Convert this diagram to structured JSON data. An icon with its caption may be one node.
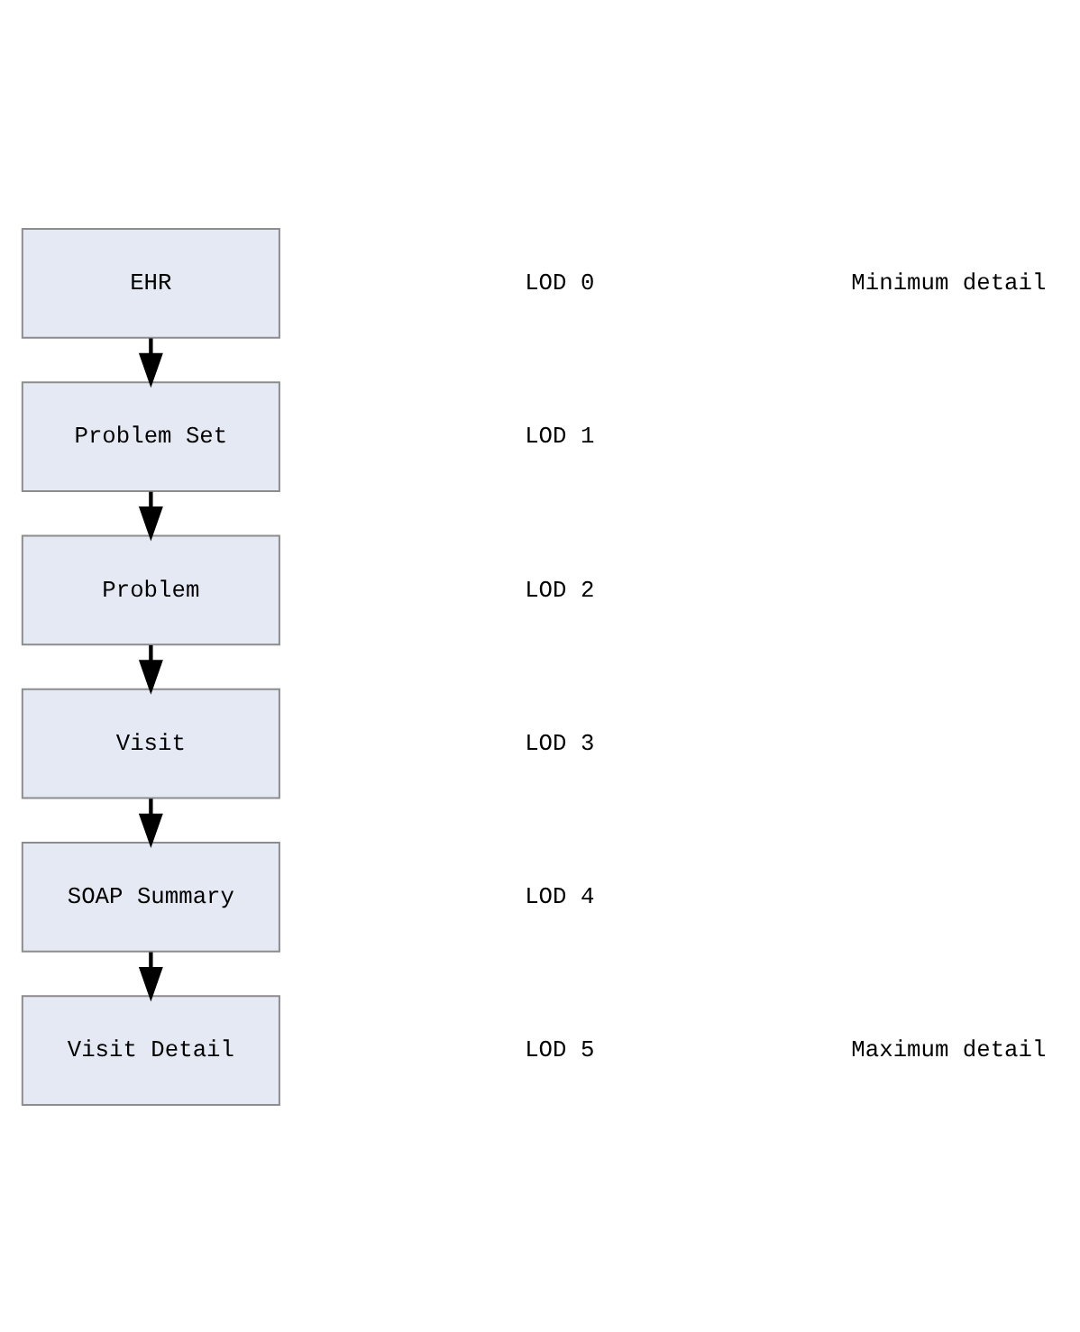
{
  "diagram": {
    "nodes": [
      {
        "text": [
          "EHR"
        ]
      },
      {
        "text": [
          "Problem Set"
        ]
      },
      {
        "text": [
          "Problem"
        ]
      },
      {
        "text": [
          "Visit"
        ]
      },
      {
        "text": [
          "SOAP Summary"
        ]
      },
      {
        "text": [
          "Visit Detail"
        ]
      }
    ],
    "edges": [
      {
        "from": 0,
        "to": 1,
        "arrow": "to"
      },
      {
        "from": 1,
        "to": 2,
        "arrow": "to"
      },
      {
        "from": 2,
        "to": 3,
        "arrow": "to"
      },
      {
        "from": 3,
        "to": 4,
        "arrow": "to"
      },
      {
        "from": 4,
        "to": 5,
        "arrow": "to"
      }
    ],
    "labels": [
      "LOD 0",
      "Minimum detail",
      "LOD 1",
      "LOD 2",
      "LOD 3",
      "LOD 4",
      "LOD 5",
      "Maximum detail"
    ]
  }
}
